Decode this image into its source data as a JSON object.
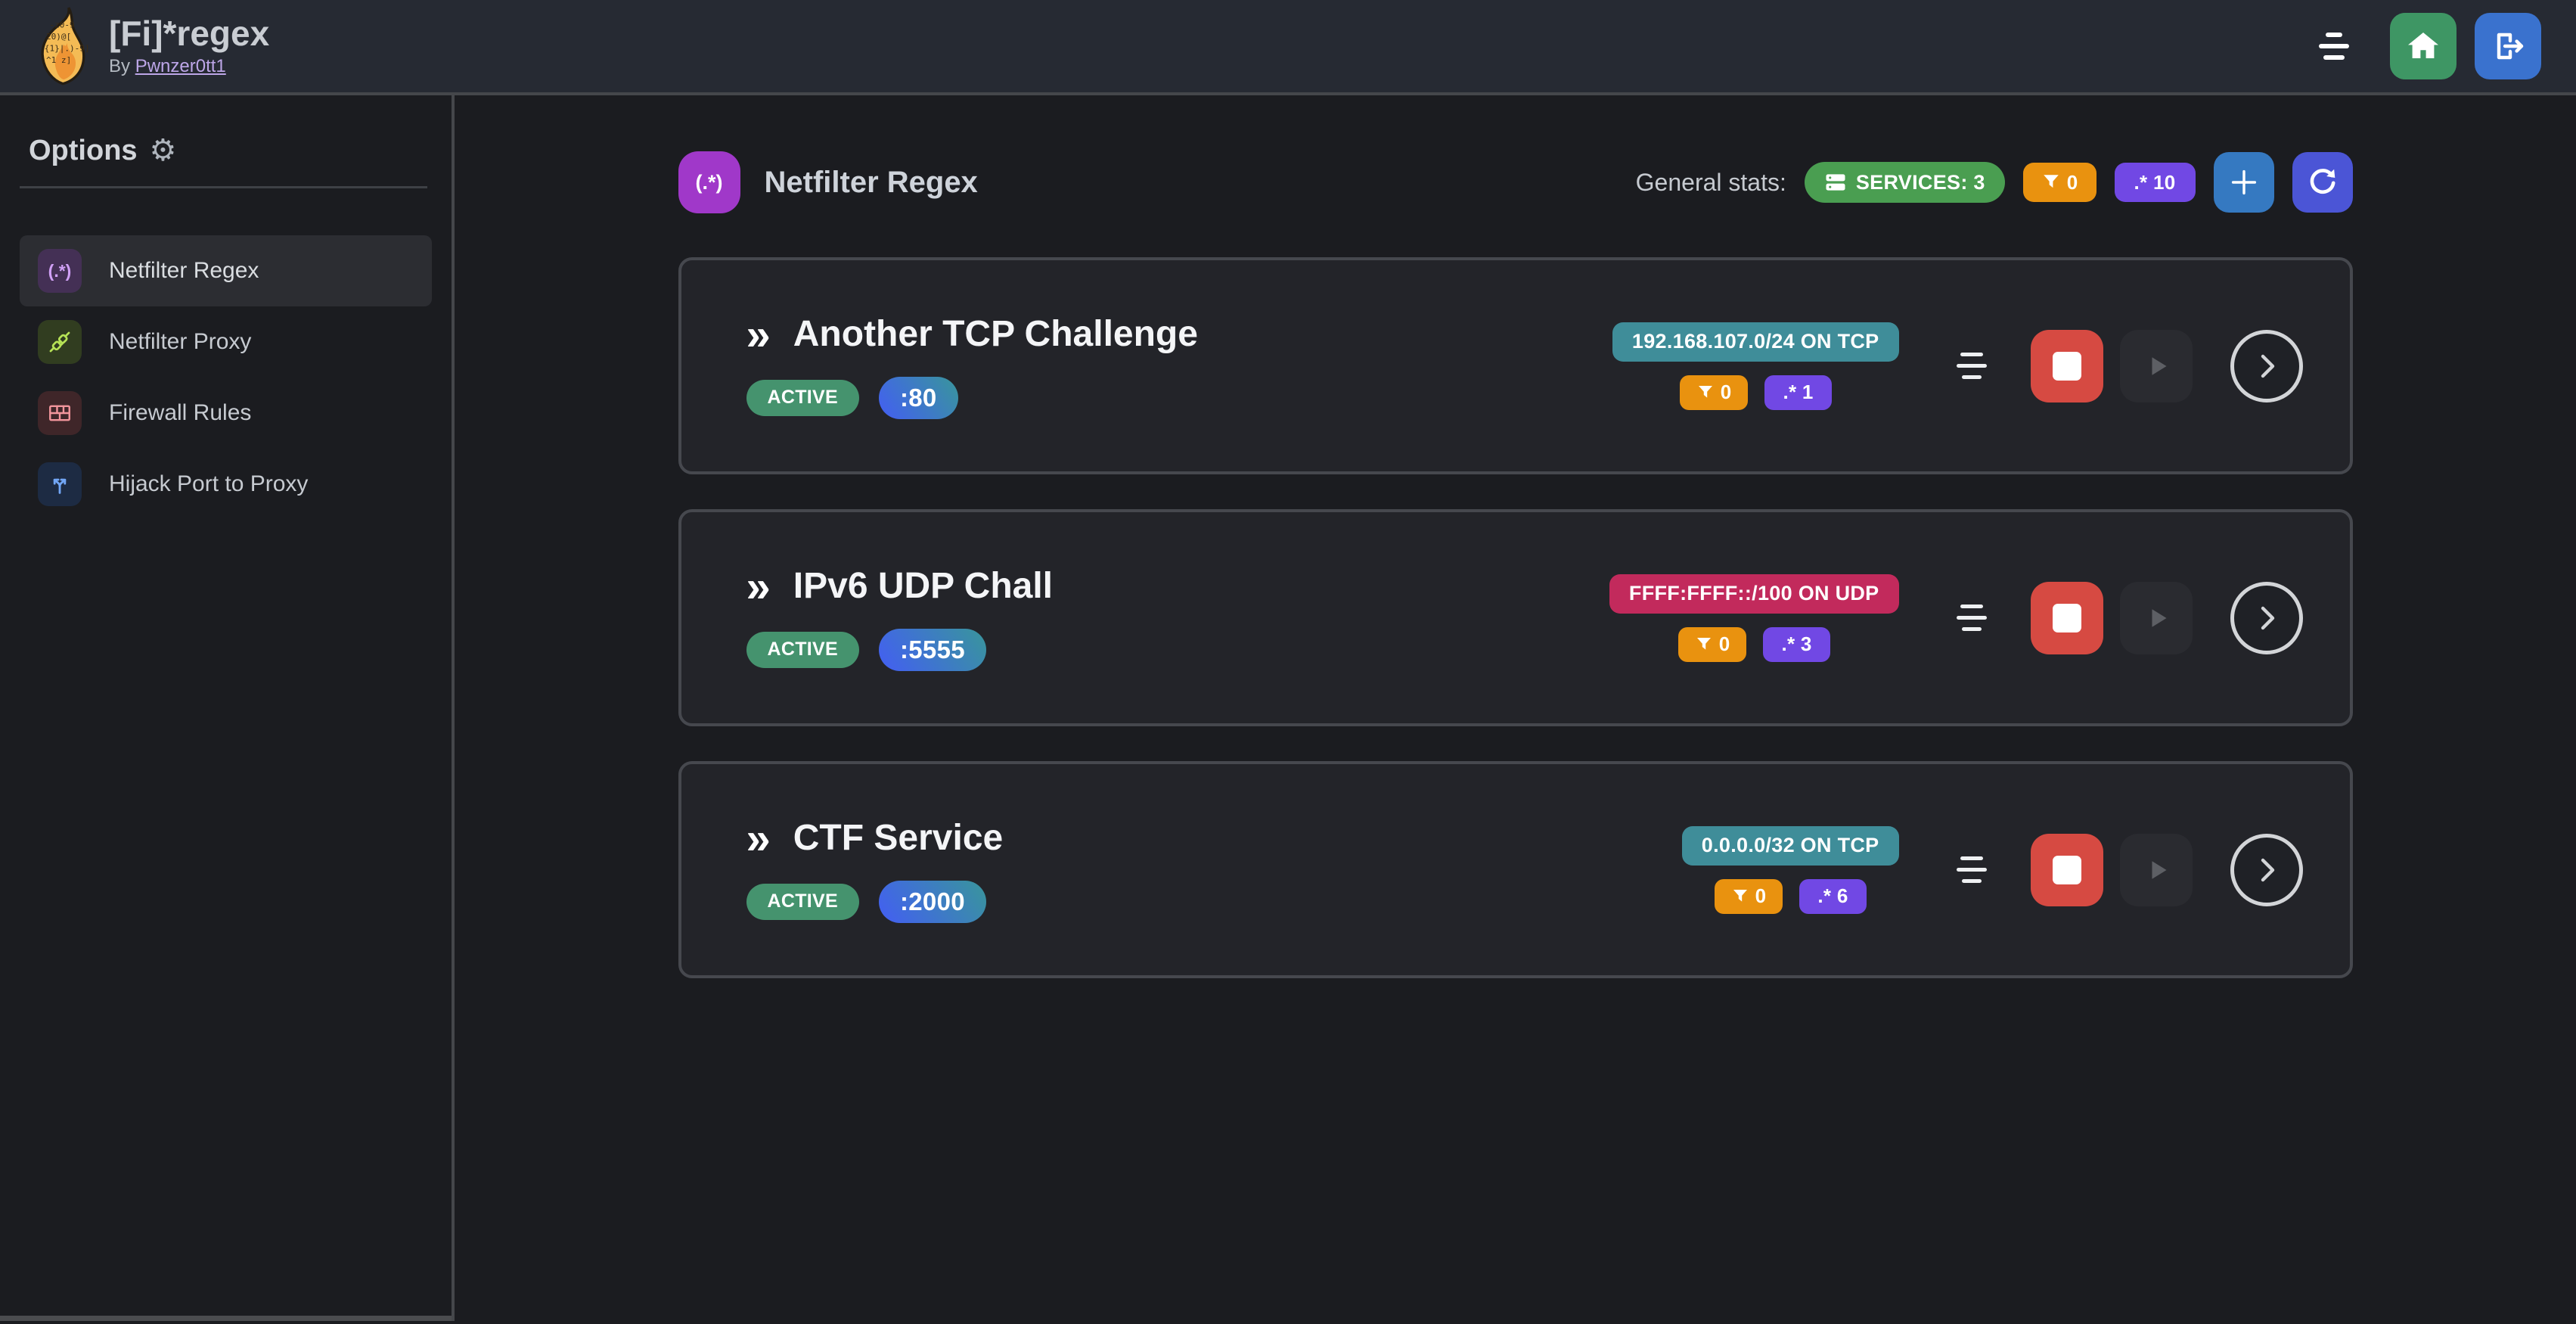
{
  "ui": {
    "double_chevron": "»",
    "gear": "⚙"
  },
  "header": {
    "title": "[Fi]*regex",
    "byline_prefix": "By",
    "byline_link": "Pwnzer0tt1"
  },
  "logo_text": [
    "-z0-9",
    "20)@[",
    "{1}|.)-9]",
    "^1  z]"
  ],
  "sidebar": {
    "heading": "Options",
    "items": [
      {
        "label": "Netfilter Regex",
        "glyph": "(.*)"
      },
      {
        "label": "Netfilter Proxy"
      },
      {
        "label": "Firewall Rules"
      },
      {
        "label": "Hijack Port to Proxy"
      }
    ]
  },
  "main": {
    "section_icon_glyph": "(.*)",
    "section_title": "Netfilter Regex",
    "stats_label": "General stats:",
    "services_badge": "SERVICES: 3",
    "filter_badge": "0",
    "regex_badge": ".* 10"
  },
  "services": [
    {
      "name": "Another TCP Challenge",
      "status": "ACTIVE",
      "port": ":80",
      "network": "192.168.107.0/24 ON TCP",
      "network_color": "teal",
      "filter_count": "0",
      "regex_badge": ".* 1"
    },
    {
      "name": "IPv6 UDP Chall",
      "status": "ACTIVE",
      "port": ":5555",
      "network": "FFFF:FFFF::/100 ON UDP",
      "network_color": "pink",
      "filter_count": "0",
      "regex_badge": ".* 3"
    },
    {
      "name": "CTF Service",
      "status": "ACTIVE",
      "port": ":2000",
      "network": "0.0.0.0/32 ON TCP",
      "network_color": "teal",
      "filter_count": "0",
      "regex_badge": ".* 6"
    }
  ],
  "colors": {
    "header_bg": "#262a33",
    "page_bg": "#1b1c20",
    "card_bg": "#232429",
    "card_border": "#46484e",
    "home_green": "#3e9664",
    "logout_blue": "#3a72ce",
    "services_green": "#4a9e51",
    "active_green": "#45936e",
    "filter_orange": "#e9920f",
    "regex_violet": "#7148e4",
    "net_teal": "#3f8d99",
    "net_pink": "#c22a5c",
    "port_gradient_from": "#4263eb",
    "port_gradient_to": "#39939f",
    "stop_red": "#d64a42",
    "plus_blue": "#3579c1",
    "refresh_indigo": "#4b55d6",
    "section_purple": "#a038c9"
  }
}
